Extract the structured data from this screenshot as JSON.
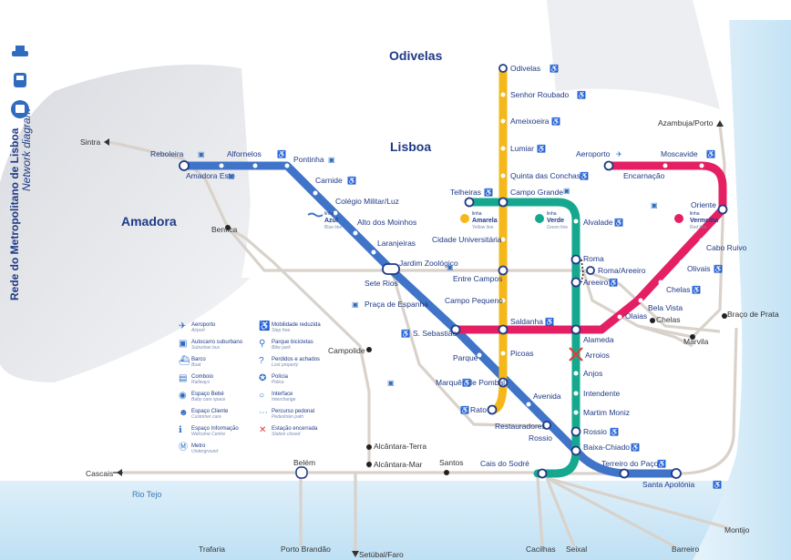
{
  "sidebar": {
    "title": "Rede do Metropolitano de Lisboa",
    "subtitle": "Network diagram"
  },
  "areas": {
    "odivelas": "Odivelas",
    "lisboa": "Lisboa",
    "amadora": "Amadora"
  },
  "river": "Rio Tejo",
  "destinations": {
    "sintra": "Sintra",
    "azambuja": "Azambuja/Porto",
    "cascais": "Cascais",
    "setubal": "Setúbal/Faro",
    "trafaria": "Trafaria",
    "porto_brandao": "Porto Brandão",
    "cacilhas": "Cacilhas",
    "seixal": "Seixal",
    "barreiro": "Barreiro",
    "montijo": "Montijo"
  },
  "lines": {
    "azul": {
      "name": "Azul",
      "en": "Blue line",
      "color": "#3f74c8"
    },
    "amarela": {
      "name": "Amarela",
      "en": "Yellow line",
      "color": "#f5b81b"
    },
    "verde": {
      "name": "Verde",
      "en": "Green line",
      "color": "#16a88f"
    },
    "vermelha": {
      "name": "Vermelha",
      "en": "Red line",
      "color": "#e51f63"
    }
  },
  "line_prefix": "linha",
  "stations": {
    "reboleira": "Reboleira",
    "amadora_este": "Amadora Este",
    "alfornelos": "Alfornelos",
    "pontinha": "Pontinha",
    "carnide": "Carnide",
    "colegio_militar": "Colégio Militar/Luz",
    "alto_moinhos": "Alto dos Moinhos",
    "laranjeiras": "Laranjeiras",
    "jardim_zoologico": "Jardim Zoológico",
    "sete_rios": "Sete Rios",
    "praca_espanha": "Praça de Espanha",
    "s_sebastiao": "S. Sebastião",
    "parque": "Parque",
    "marques_pombal": "Marquês de Pombal",
    "avenida": "Avenida",
    "restauradores": "Restauradores",
    "rossio_cp": "Rossio",
    "baixa_chiado": "Baixa-Chiado",
    "terreiro_paco": "Terreiro do Paço",
    "santa_apolonia": "Santa Apolónia",
    "odivelas": "Odivelas",
    "senhor_roubado": "Senhor Roubado",
    "ameixoeira": "Ameixoeira",
    "lumiar": "Lumiar",
    "quinta_conchas": "Quinta das Conchas",
    "campo_grande": "Campo Grande",
    "cidade_universitaria": "Cidade Universitária",
    "entre_campos": "Entre Campos",
    "campo_pequeno": "Campo Pequeno",
    "saldanha": "Saldanha",
    "picoas": "Picoas",
    "rato": "Rato",
    "telheiras": "Telheiras",
    "alvalade": "Alvalade",
    "roma": "Roma",
    "roma_areeiro": "Roma/Areeiro",
    "areeiro": "Areeiro",
    "alameda": "Alameda",
    "arroios": "Arroios",
    "anjos": "Anjos",
    "intendente": "Intendente",
    "martim_moniz": "Martim Moniz",
    "rossio": "Rossio",
    "cais_sodre": "Cais do Sodré",
    "aeroporto": "Aeroporto",
    "encarnacao": "Encarnação",
    "moscavide": "Moscavide",
    "oriente": "Oriente",
    "cabo_ruivo": "Cabo Ruivo",
    "olivais": "Olivais",
    "chelas": "Chelas",
    "bela_vista": "Bela Vista",
    "olaias": "Olaias",
    "chelas_cp": "Chelas",
    "braco_prata": "Braço de Prata",
    "marvila": "Marvila",
    "benfica": "Benfica",
    "campolide": "Campolide",
    "alcantara_terra": "Alcântara-Terra",
    "alcantara_mar": "Alcântara-Mar",
    "santos": "Santos",
    "belem": "Belém"
  },
  "legend": [
    {
      "icon": "plane-icon",
      "glyph": "✈",
      "pt": "Aeroporto",
      "en": "Airport"
    },
    {
      "icon": "bus-icon",
      "glyph": "▣",
      "pt": "Autocarro suburbano",
      "en": "Suburban bus"
    },
    {
      "icon": "boat-icon",
      "glyph": "⛴",
      "pt": "Barco",
      "en": "Boat"
    },
    {
      "icon": "train-icon",
      "glyph": "▤",
      "pt": "Comboio",
      "en": "Railways"
    },
    {
      "icon": "baby-icon",
      "glyph": "◉",
      "pt": "Espaço Bebé",
      "en": "Baby care space"
    },
    {
      "icon": "customer-icon",
      "glyph": "☻",
      "pt": "Espaço Cliente",
      "en": "Customer care"
    },
    {
      "icon": "info-icon",
      "glyph": "ℹ",
      "pt": "Espaço Informação",
      "en": "Welcome Centre"
    },
    {
      "icon": "metro-icon",
      "glyph": "Ⓜ",
      "pt": "Metro",
      "en": "Underground"
    },
    {
      "icon": "wheelchair-icon",
      "glyph": "♿",
      "pt": "Mobilidade reduzida",
      "en": "Step free"
    },
    {
      "icon": "bike-icon",
      "glyph": "⚲",
      "pt": "Parque bicicletas",
      "en": "Bike park"
    },
    {
      "icon": "lost-icon",
      "glyph": "?",
      "pt": "Perdidos e achados",
      "en": "Lost property"
    },
    {
      "icon": "police-icon",
      "glyph": "✪",
      "pt": "Polícia",
      "en": "Police"
    },
    {
      "icon": "interchange-icon",
      "glyph": "○",
      "pt": "Interface",
      "en": "Interchange"
    },
    {
      "icon": "walk-icon",
      "glyph": "⋯",
      "pt": "Percurso pedonal",
      "en": "Pedestrian path"
    },
    {
      "icon": "closed-icon",
      "glyph": "✕",
      "pt": "Estação encerrada",
      "en": "Station closed"
    }
  ],
  "colors": {
    "station_text": "#1f3a86",
    "rail": "#d9d2cb",
    "river": "#cfe7f6",
    "closed": "#e53935"
  }
}
